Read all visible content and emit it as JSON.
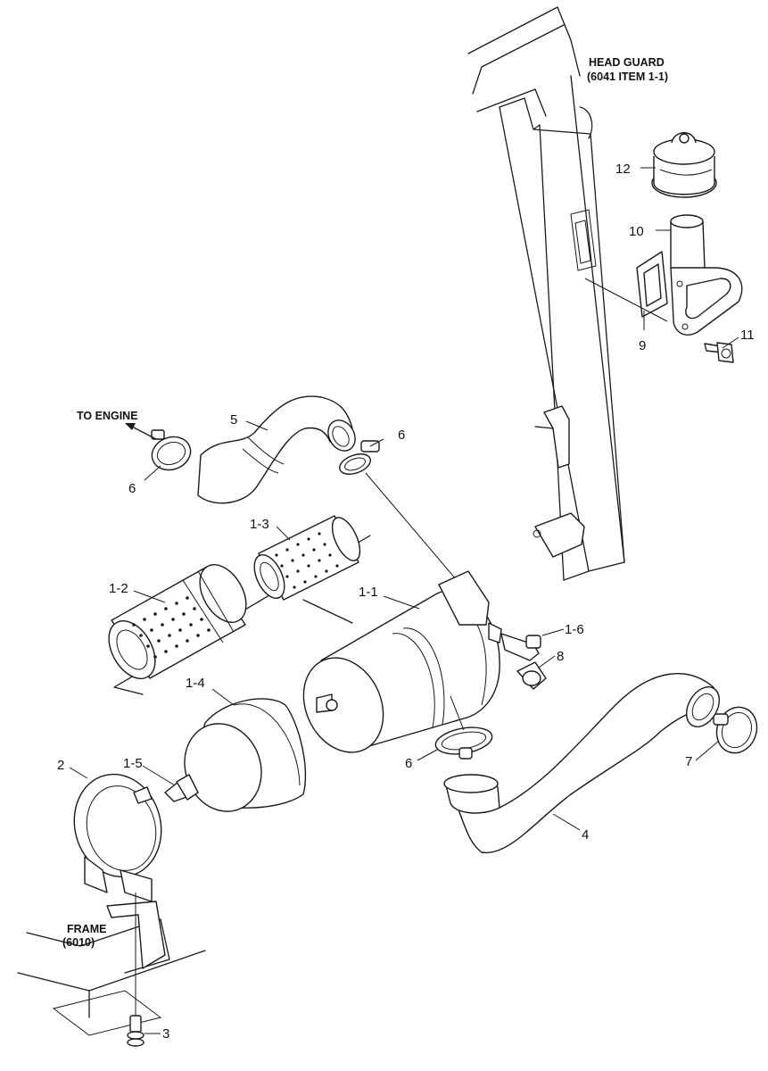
{
  "notes": {
    "head_guard": {
      "line1": "HEAD GUARD",
      "line2": "(6041 ITEM 1-1)"
    },
    "to_engine": "TO ENGINE",
    "frame": {
      "line1": "FRAME",
      "line2": "(6010)"
    }
  },
  "callouts": {
    "c1_1": "1-1",
    "c1_2": "1-2",
    "c1_3": "1-3",
    "c1_4": "1-4",
    "c1_5": "1-5",
    "c1_6": "1-6",
    "c2": "2",
    "c3": "3",
    "c4": "4",
    "c5": "5",
    "c6a": "6",
    "c6b": "6",
    "c6c": "6",
    "c7": "7",
    "c8": "8",
    "c9": "9",
    "c10": "10",
    "c11": "11",
    "c12": "12"
  }
}
